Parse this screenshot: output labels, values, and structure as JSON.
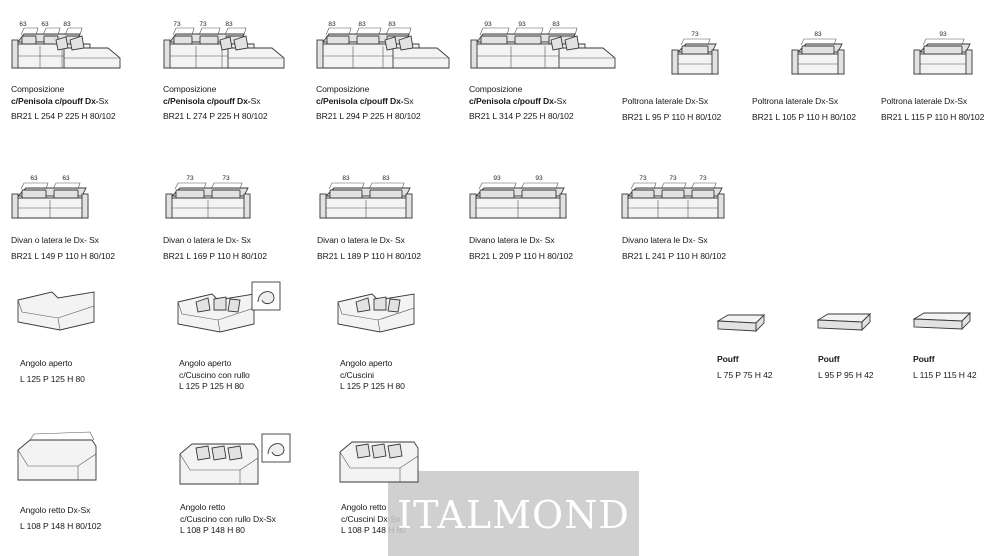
{
  "row1": [
    {
      "dims": [
        "63",
        "63",
        "83"
      ],
      "l1": "Composizione",
      "l2a": "c/Penisola c/pouff Dx-",
      "l2b": "Sx",
      "l3": "BR21   L 254 P 225 H 80/102"
    },
    {
      "dims": [
        "73",
        "73",
        "83"
      ],
      "l1": "Composizione",
      "l2a": "c/Penisola c/pouff Dx-",
      "l2b": "Sx",
      "l3": "BR21   L 274 P 225 H 80/102"
    },
    {
      "dims": [
        "83",
        "83",
        "83"
      ],
      "l1": "Composizione",
      "l2a": "c/Penisola c/pouff Dx-",
      "l2b": "Sx",
      "l3": "BR21   L 294 P 225 H 80/102"
    },
    {
      "dims": [
        "93",
        "93",
        "83"
      ],
      "l1": "Composizione",
      "l2a": "c/Penisola c/pouff Dx-",
      "l2b": "Sx",
      "l3": "BR21   L 314 P 225 H 80/102"
    },
    {
      "dims": [
        "73"
      ],
      "l1": "Poltrona laterale Dx-Sx",
      "l3": "BR21   L 95 P 110 H 80/102"
    },
    {
      "dims": [
        "83"
      ],
      "l1": "Poltrona laterale Dx-Sx",
      "l3": "BR21   L 105 P 110 H 80/102"
    },
    {
      "dims": [
        "93"
      ],
      "l1": "Poltrona laterale Dx-Sx",
      "l3": "BR21   L 115 P 110 H 80/102"
    }
  ],
  "row2": [
    {
      "dims": [
        "63",
        "63"
      ],
      "l1": "Divan o latera  le Dx- Sx",
      "l3": "BR21   L 149 P 110 H 80/102"
    },
    {
      "dims": [
        "73",
        "73"
      ],
      "l1": "Divan o latera  le Dx- Sx",
      "l3": "BR21   L 169 P 110 H 80/102"
    },
    {
      "dims": [
        "83",
        "83"
      ],
      "l1": "Divan o latera  le Dx- Sx",
      "l3": "BR21   L 189 P 110 H 80/102"
    },
    {
      "dims": [
        "93",
        "93"
      ],
      "l1": "Divano  latera  le Dx- Sx",
      "l3": "BR21   L 209 P 110 H 80/102"
    },
    {
      "dims": [
        "73",
        "73",
        "73"
      ],
      "l1": "Divano  latera  le Dx- Sx",
      "l3": "BR21   L 241 P 110 H 80/102"
    }
  ],
  "row3": [
    {
      "l1": "Angolo aperto",
      "l3": "L 125 P 125 H 80"
    },
    {
      "l1": "Angolo aperto",
      "l2": "c/Cuscino con rullo",
      "l3": "L 125 P 125 H 80"
    },
    {
      "l1": "Angolo aperto",
      "l2": "c/Cuscini",
      "l3": "L 125 P 125 H 80"
    }
  ],
  "pouffs": [
    {
      "l1": "Pouff",
      "l3": "L 75 P 75 H 42"
    },
    {
      "l1": "Pouff",
      "l3": "L 95 P 95 H 42"
    },
    {
      "l1": "Pouff",
      "l3": "L 115 P 115 H 42"
    }
  ],
  "row4": [
    {
      "l1": "Angolo retto Dx-Sx",
      "l3": "L 108 P 148 H 80/102"
    },
    {
      "l1": "Angolo retto",
      "l2": "c/Cuscino con rullo Dx-Sx",
      "l3": "L 108 P 148 H 80"
    },
    {
      "l1": "Angolo retto",
      "l2": "c/Cuscini Dx-Sx",
      "l3": "L 108 P 148 H 80"
    }
  ],
  "watermark": "ITALMOND"
}
